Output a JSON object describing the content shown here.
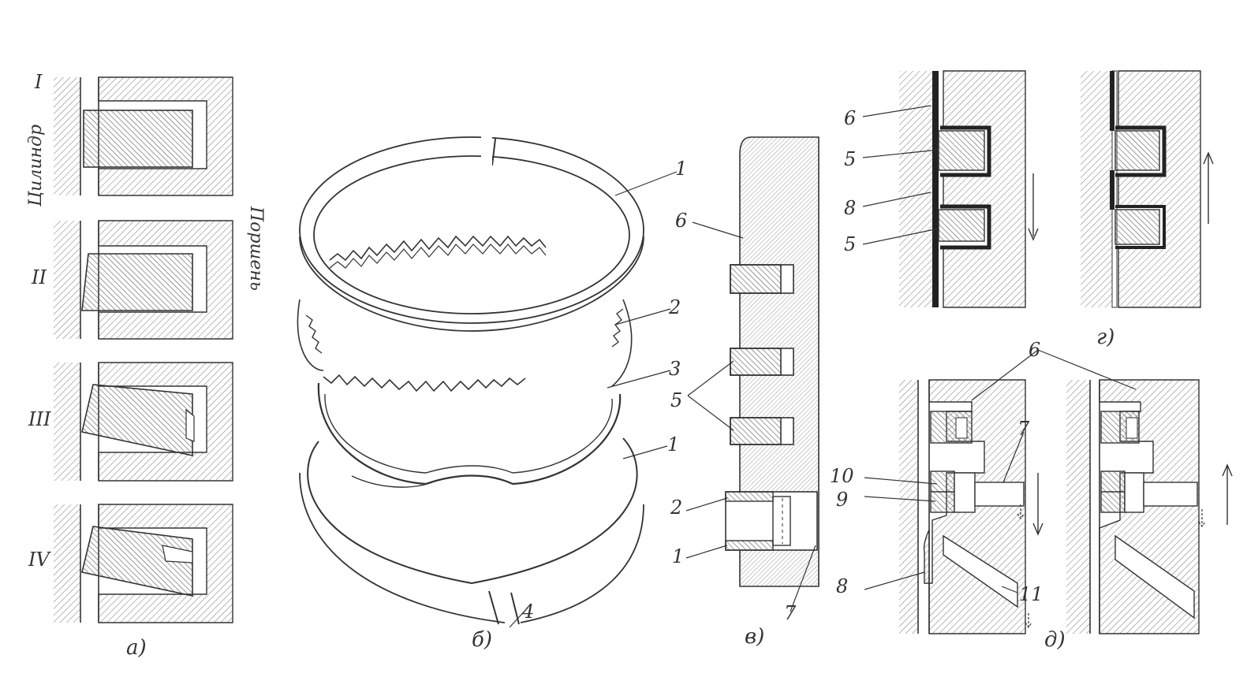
{
  "labels": {
    "vertical": {
      "cylinder": "Цилиндр",
      "piston": "Поршень"
    },
    "roman": {
      "r1": "I",
      "r2": "II",
      "r3": "III",
      "r4": "IV"
    },
    "subfigures": {
      "a": "а)",
      "b": "б)",
      "v": "в)",
      "g": "г)",
      "d": "д)"
    },
    "callouts_b": {
      "n1_top": "1",
      "n2": "2",
      "n3": "3",
      "n1_bottom": "1",
      "n4": "4"
    },
    "callouts_v": {
      "n6": "6",
      "n5": "5",
      "n2": "2",
      "n1": "1",
      "n7": "7"
    },
    "callouts_g": {
      "n6": "6",
      "n5_top": "5",
      "n8": "8",
      "n5_bottom": "5"
    },
    "callouts_d": {
      "n6": "6",
      "n7": "7",
      "n10": "10",
      "n9": "9",
      "n8": "8",
      "n11": "11"
    }
  },
  "colors": {
    "ink": "#333333",
    "hatch": "#7a7a7a",
    "paper": "#ffffff"
  }
}
